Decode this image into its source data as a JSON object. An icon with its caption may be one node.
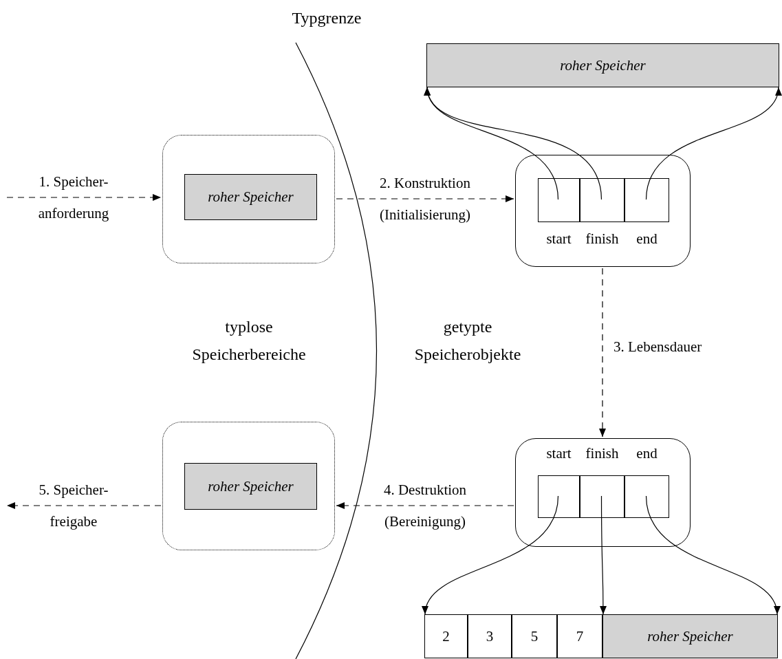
{
  "diagram": {
    "nodes": [
      {
        "text": [
          "roher Speicher"
        ]
      },
      {
        "text": [],
        "shape": "box"
      },
      {
        "text": [
          "roher Speicher"
        ],
        "in": 1
      },
      {
        "text": [],
        "shape": "box"
      },
      {
        "text": [],
        "shape": "box",
        "in": 3,
        "beside": [
          "start"
        ]
      },
      {
        "text": [],
        "shape": "box",
        "in": 3,
        "beside": [
          "finish"
        ]
      },
      {
        "text": [],
        "shape": "box",
        "in": 3,
        "beside": [
          "end"
        ]
      },
      {
        "text": [],
        "shape": "box"
      },
      {
        "text": [
          "roher Speicher"
        ],
        "in": 7
      },
      {
        "text": [],
        "shape": "box"
      },
      {
        "text": [],
        "shape": "box",
        "in": 9,
        "beside": [
          "start"
        ]
      },
      {
        "text": [],
        "shape": "box",
        "in": 9,
        "beside": [
          "finish"
        ]
      },
      {
        "text": [],
        "shape": "box",
        "in": 9,
        "beside": [
          "end"
        ]
      },
      {
        "text": [
          "2"
        ]
      },
      {
        "text": [
          "3"
        ]
      },
      {
        "text": [
          "5"
        ]
      },
      {
        "text": [
          "7"
        ]
      },
      {
        "text": [
          "roher Speicher"
        ]
      }
    ],
    "edges": [
      {
        "from": null,
        "to": 1,
        "arrow": "to",
        "label": "1. Speicher- anforderung",
        "style": "dashed"
      },
      {
        "from": 1,
        "to": 3,
        "arrow": "to",
        "label": "2. Konstruktion (Initialisierung)",
        "style": "dashed"
      },
      {
        "from": 3,
        "to": 9,
        "arrow": "to",
        "label": "3. Lebensdauer",
        "style": "dashed"
      },
      {
        "from": 9,
        "to": 7,
        "arrow": "to",
        "label": "4. Destruktion (Bereinigung)",
        "style": "dashed"
      },
      {
        "from": 7,
        "to": null,
        "arrow": "to",
        "label": "5. Speicher- freigabe",
        "style": "dashed"
      },
      {
        "from": 4,
        "to": 0,
        "arrow": "to"
      },
      {
        "from": 5,
        "to": 0,
        "arrow": "to"
      },
      {
        "from": 6,
        "to": 0,
        "arrow": "to"
      },
      {
        "from": 10,
        "to": 13,
        "arrow": "to"
      },
      {
        "from": 11,
        "to": 17,
        "arrow": "to"
      },
      {
        "from": 12,
        "to": 17,
        "arrow": "to"
      }
    ],
    "labels": [
      "Typgrenze",
      "typlose Speicherbereiche",
      "getypte Speicherobjekte"
    ]
  }
}
